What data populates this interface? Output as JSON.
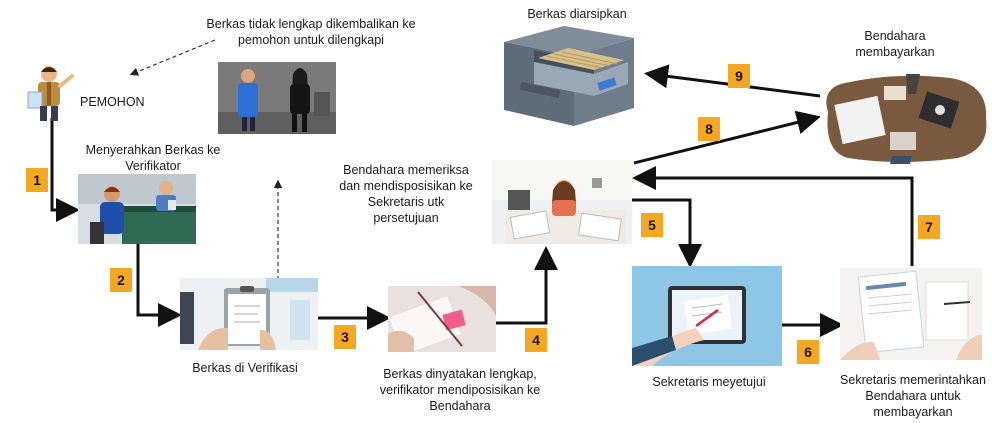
{
  "colors": {
    "badge": "#f5a623",
    "arrow": "#111111"
  },
  "labels": {
    "pemohon": "PEMOHON",
    "menyerahkan": "Menyerahkan Berkas ke Verifikator",
    "dikembalikan": "Berkas tidak lengkap dikembalikan ke pemohon untuk dilengkapi",
    "diverifikasi": "Berkas di  Verifikasi",
    "lengkap": "Berkas dinyatakan lengkap, verifikator mendiposisikan ke Bendahara",
    "bendahara_memeriksa": "Bendahara memeriksa dan mendisposisikan ke Sekretaris utk persetujuan",
    "sekretaris_menyetujui": "Sekretaris meyetujui",
    "sekretaris_memerintahkan": "Sekretaris memerintahkan Bendahara  untuk membayarkan",
    "bendahara_membayarkan": "Bendahara membayarkan",
    "diarsipkan": "Berkas diarsipkan"
  },
  "steps": [
    "1",
    "2",
    "3",
    "4",
    "5",
    "6",
    "7",
    "8",
    "9"
  ],
  "icons": {
    "pemohon": "person-with-document-icon",
    "verifikator": "service-desk-photo",
    "return": "two-people-photo",
    "verify": "clipboard-review-photo",
    "complete": "document-signing-photo",
    "bendahara": "office-desk-worker-photo",
    "sekretaris_approve": "laptop-signing-photo",
    "sekretaris_order": "document-instruction-photo",
    "payment": "payment-table-photo",
    "archive": "filing-cabinet-icon"
  }
}
